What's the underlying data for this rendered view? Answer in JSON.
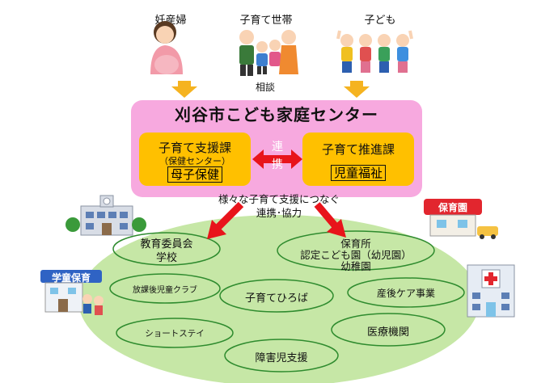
{
  "top_groups": {
    "pregnant": "妊産婦",
    "childrearing_households": "子育て世帯",
    "children": "子ども"
  },
  "consultation": "相談",
  "center": {
    "title": "刈谷市こども家庭センター",
    "link_label_1": "連",
    "link_label_2": "携",
    "dept_left": {
      "name": "子育て支援課",
      "sub": "（保健センター）",
      "boxed": "母子保健"
    },
    "dept_right": {
      "name": "子育て推進課",
      "boxed": "児童福祉"
    }
  },
  "connect_text": {
    "line1": "様々な子育て支援につなぐ",
    "line2": "連携･協力"
  },
  "buildings": {
    "nursery_sign": "保育園",
    "afterschool_sign": "学童保育"
  },
  "network": {
    "education_board_1": "教育委員会",
    "education_board_2": "学校",
    "nursery_1": "保育所",
    "nursery_2": "認定こども園（幼児園）",
    "nursery_3": "幼稚園",
    "afterschool_club": "放課後児童クラブ",
    "child_plaza": "子育てひろば",
    "postpartum_care": "産後ケア事業",
    "short_stay": "ショートステイ",
    "medical": "医療機関",
    "disabled_support": "障害児支援"
  },
  "colors": {
    "center_bg": "#f7a9df",
    "dept_bg": "#ffc000",
    "arrow_red": "#e8141b",
    "arrow_orange": "#f5b320",
    "network_bg": "#c6e7a6",
    "oval_stroke": "#2e8b2e"
  }
}
